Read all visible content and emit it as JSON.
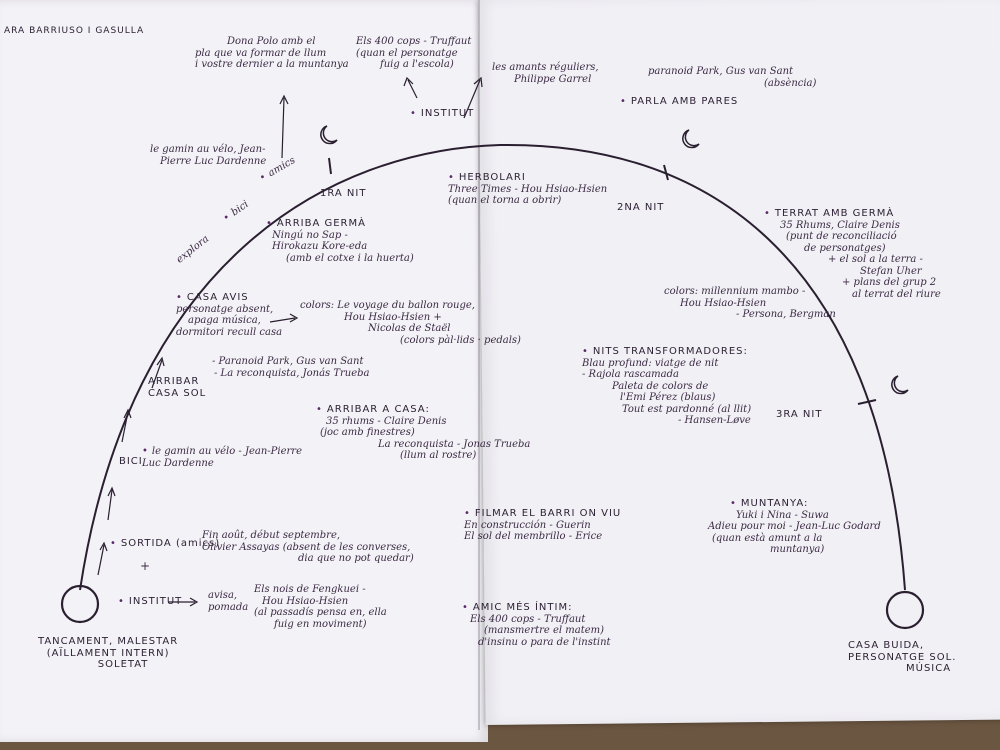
{
  "page": {
    "author": "ARA BARRIUSO I GASULLA",
    "colors": {
      "ink": "#3b2a44",
      "bullet": "#5a2a6a",
      "paper": "#f3f2f6",
      "table": "#6b5641"
    }
  },
  "nights": {
    "first": "1RA NIT",
    "second": "2NA NIT",
    "third": "3RA NIT"
  },
  "endpoints": {
    "start": [
      "TANCAMENT, MALESTAR",
      "(AÏLLAMENT INTERN)",
      "SOLETAT"
    ],
    "end": [
      "CASA BUIDA,",
      "PERSONATGE SOL.",
      "MÚSICA"
    ]
  },
  "path_labels": {
    "bici": "BICI",
    "arribar": [
      "ARRIBAR",
      "CASA SOL"
    ],
    "plus": "+",
    "explora": "explora",
    "bici2": "bici",
    "amics": "amics"
  },
  "notes": {
    "dona_polo": [
      "Dona Polo amb el",
      "pla que va formar de llum",
      "i vostre dernier a la muntanya"
    ],
    "els400_top": [
      "Els 400 cops - Truffaut",
      "(quan el personatge",
      "fuig a l'escola)"
    ],
    "amants": [
      "les amants réguliers,",
      "Philippe Garrel"
    ],
    "gamin_top": [
      "le gamin au vélo, Jean-",
      "Pierre Luc Dardenne"
    ],
    "institut_top": "INSTITUT",
    "parla": "PARLA AMB PARES",
    "paranoid_top": [
      "paranoid Park, Gus van Sant",
      "(absència)"
    ],
    "herbolari": [
      "HERBOLARI",
      "Three Times - Hou Hsiao-Hsien",
      "(quan el torna a obrir)"
    ],
    "arriba_germa": [
      "ARRIBA GERMÀ",
      "Ningú no Sap -",
      "Hirokazu Kore-eda",
      "(amb el cotxe i la huerta)"
    ],
    "terrat": [
      "TERRAT AMB GERMÀ",
      "35 Rhums, Claire Denis",
      "(punt de reconciliació",
      "de personatges)",
      "+ el sol a la terra -",
      "Stefan Uher",
      "+ plans del grup 2",
      "al terrat del riure"
    ],
    "casa_avis": [
      "CASA AVIS",
      "personatge absent,",
      "apaga música,",
      "dormitori recull casa"
    ],
    "colors_left": [
      "colors: Le voyage du ballon rouge,",
      "Hou Hsiao-Hsien  +",
      "Nicolas de Staël",
      "(colors pàl·lids · pedals)"
    ],
    "paranoid_mid": [
      "- Paranoid Park, Gus van Sant",
      "- La reconquista, Jonás Trueba"
    ],
    "colors_right": [
      "colors: millennium mambo -",
      "Hou Hsiao-Hsien",
      "- Persona, Bergman"
    ],
    "nits": [
      "NITS TRANSFORMADORES:",
      "Blau profund: viatge de nit",
      "- Rajola rascamada",
      "Paleta de colors de",
      "l'Emi Pérez (blaus)",
      "Tout est pardonné (al llit)",
      "- Hansen-Løve"
    ],
    "gamin_mid": "le gamin au vélo - Jean-Pierre Luc Dardenne",
    "arribar_casa": [
      "ARRIBAR A CASA:",
      "35 rhums - Claire Denis",
      "(joc amb finestres)",
      "La reconquista - Jonas Trueba",
      "(llum al rostre)"
    ],
    "sortida": "SORTIDA (amics)",
    "fin_aout": [
      "Fin août, début septembre,",
      "Olivier Assayas (absent de les converses,",
      "dia que no pot quedar)"
    ],
    "filmar": [
      "FILMAR EL BARRI ON VIU",
      "En construcción - Guerin",
      "El sol del membrillo - Erice"
    ],
    "muntanya": [
      "MUNTANYA:",
      "Yuki i Nina - Suwa",
      "Adieu pour moi - Jean-Luc Godard",
      "(quan està amunt a la",
      "muntanya)"
    ],
    "institut_bottom": "INSTITUT",
    "avisa": [
      "avisa,",
      "pomada"
    ],
    "fengkuei": [
      "Els nois de Fengkuei -",
      "Hou Hsiao-Hsien",
      "(al passadís pensa en, ella",
      "fuig en moviment)"
    ],
    "amic": [
      "AMIC MÉS ÍNTIM:",
      "Els 400 cops - Truffaut",
      "(mansmertre el matem)",
      "d'insinu o para de l'instint"
    ]
  }
}
